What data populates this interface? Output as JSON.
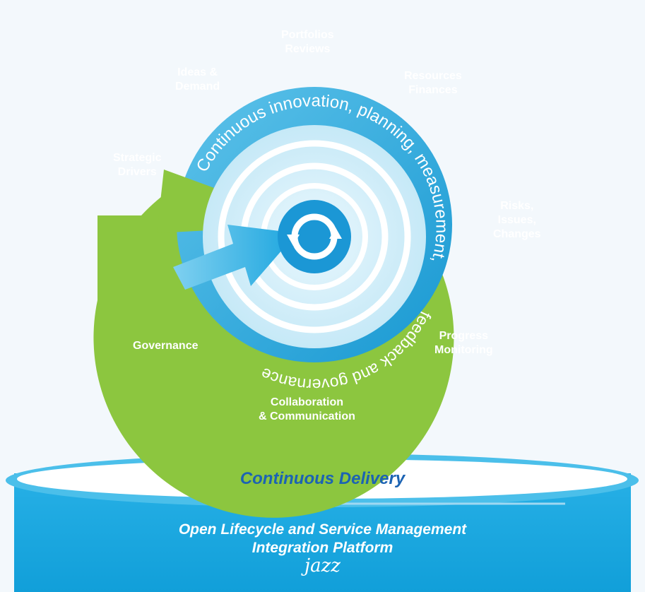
{
  "wheel": {
    "ring_text_top": "Continuous innovation, planning, measurement,",
    "ring_text_bottom": "feedback and governance",
    "segments": [
      {
        "id": "portfolios",
        "line1": "Portfolios",
        "line2": "Reviews"
      },
      {
        "id": "resources",
        "line1": "Resources",
        "line2": "Finances"
      },
      {
        "id": "ideas",
        "line1": "Ideas &",
        "line2": "Demand"
      },
      {
        "id": "strategic",
        "line1": "Strategic",
        "line2": "Drivers"
      },
      {
        "id": "risks",
        "line1": "Risks,",
        "line2": "Issues,",
        "line3": "Changes"
      },
      {
        "id": "progress",
        "line1": "Progress",
        "line2": "Monitoring"
      },
      {
        "id": "governance",
        "line1": "Governance"
      },
      {
        "id": "collaboration",
        "line1": "Collaboration",
        "line2": "& Communication"
      }
    ]
  },
  "platform": {
    "delivery_label": "Continuous Delivery",
    "line1": "Open Lifecycle and Service Management",
    "line2": "Integration Platform",
    "logo_text": "jazz"
  },
  "colors": {
    "green": "#8cc63f",
    "blue": "#16a8dc",
    "light_blue": "#bfe7f6",
    "delivery_text": "#1c63b3"
  }
}
